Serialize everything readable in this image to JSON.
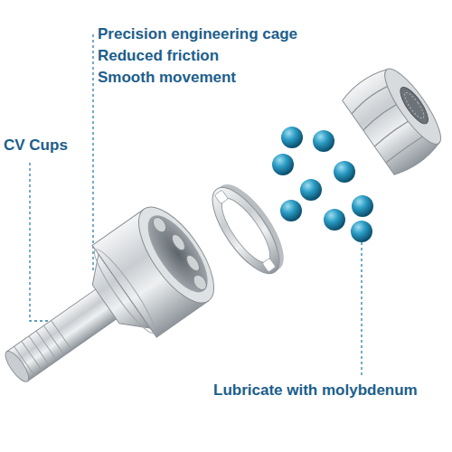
{
  "diagram": {
    "labels": [
      "Precision engineering cage",
      "Reduced friction",
      "Smooth movement",
      "CV Cups",
      "Lubricate with molybdenum"
    ]
  }
}
